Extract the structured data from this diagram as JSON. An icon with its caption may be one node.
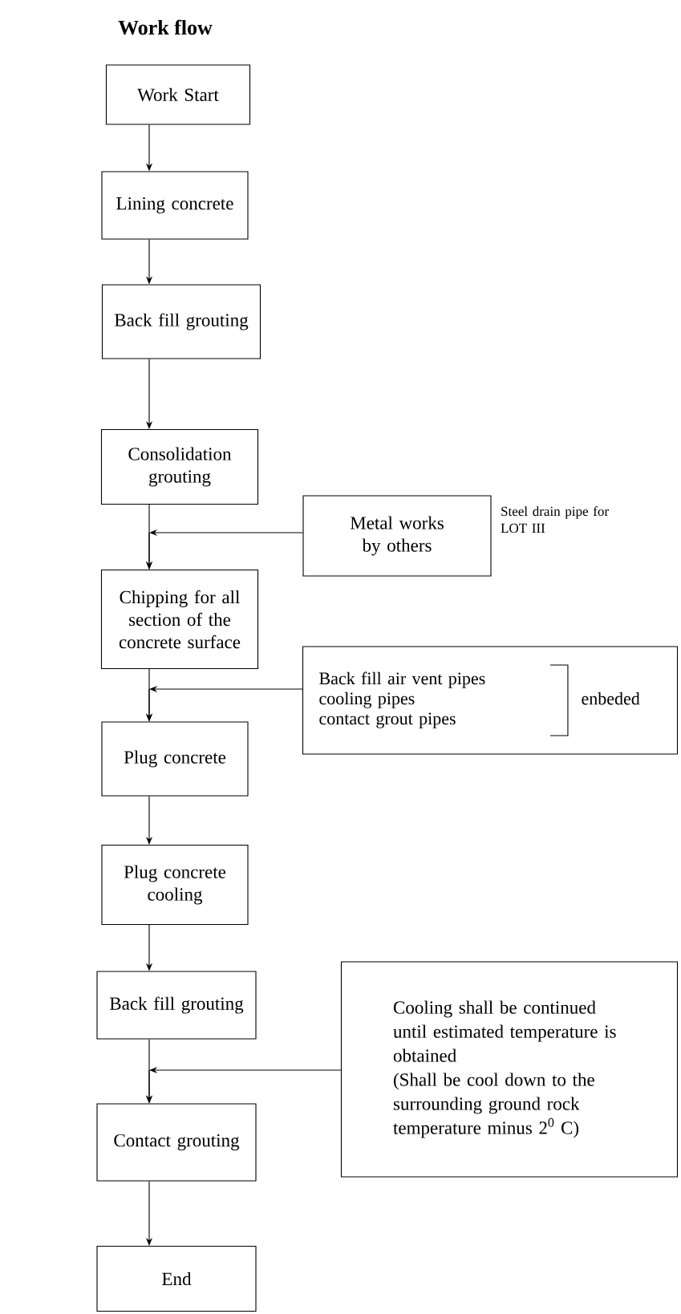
{
  "diagram": {
    "title": "Work flow",
    "nodes": [
      {
        "text": [
          "Work Start"
        ]
      },
      {
        "text": [
          "Lining concrete"
        ]
      },
      {
        "text": [
          "Back fill grouting"
        ]
      },
      {
        "text": [
          "Consolidation grouting"
        ]
      },
      {
        "text": [
          "Metal works by others"
        ],
        "beside": [
          "Steel drain pipe for LOT III"
        ]
      },
      {
        "text": [
          "Chipping for all section of the concrete surface"
        ]
      },
      {
        "text": [
          "Back fill air vent pipes",
          "cooling pipes",
          "contact grout pipes",
          "enbeded"
        ]
      },
      {
        "text": [
          "Plug concrete"
        ]
      },
      {
        "text": [
          "Plug concrete cooling"
        ]
      },
      {
        "text": [
          "Back fill grouting"
        ]
      },
      {
        "text": [
          "Cooling shall be continued until estimated temperature is obtained",
          "(Shall be cool down to the surrounding ground rock temperature minus 2$^{0}$ C)"
        ]
      },
      {
        "text": [
          "Contact grouting"
        ]
      },
      {
        "text": [
          "End"
        ]
      }
    ],
    "edges": [
      {
        "from": 0,
        "to": 1,
        "arrow": "to"
      },
      {
        "from": 1,
        "to": 2,
        "arrow": "to"
      },
      {
        "from": 2,
        "to": 3,
        "arrow": "to"
      },
      {
        "from": 3,
        "to": 5,
        "arrow": "to"
      },
      {
        "from": 4,
        "to": 5,
        "arrow": "to"
      },
      {
        "from": 5,
        "to": 7,
        "arrow": "to"
      },
      {
        "from": 6,
        "to": 7,
        "arrow": "to"
      },
      {
        "from": 7,
        "to": 8,
        "arrow": "to"
      },
      {
        "from": 8,
        "to": 9,
        "arrow": "to"
      },
      {
        "from": 9,
        "to": 11,
        "arrow": "to"
      },
      {
        "from": 10,
        "to": 11,
        "arrow": "to"
      },
      {
        "from": 11,
        "to": 12,
        "arrow": "to"
      }
    ]
  }
}
